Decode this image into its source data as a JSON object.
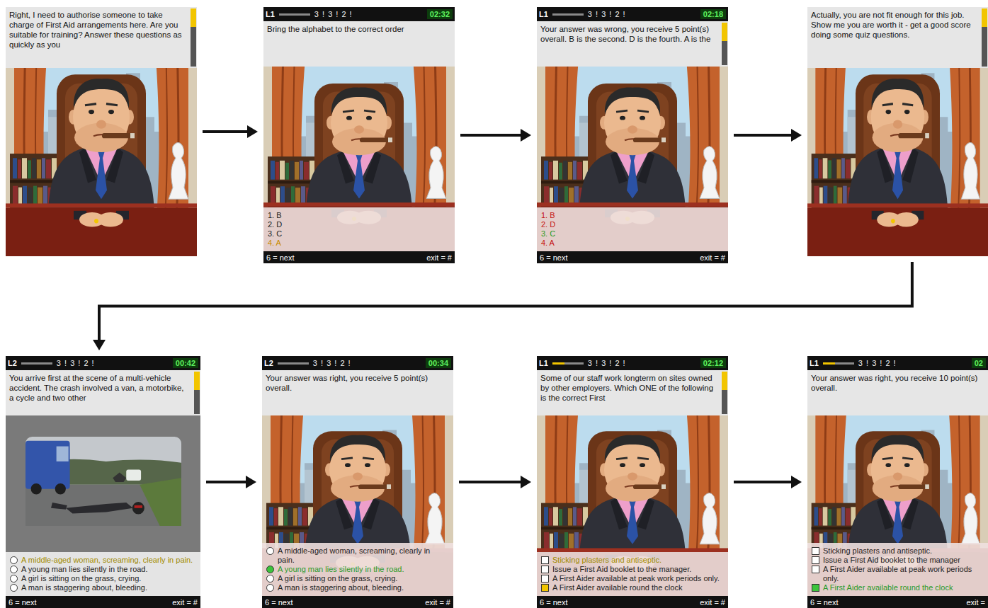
{
  "diagram": {
    "nodes": [
      {
        "text": [
          "Right, I need to authorise someone to take charge of First Aid arrangements here. Are you suitable for training? Answer these questions as quickly as you"
        ]
      },
      {
        "text": [
          "L1",
          "3 ! 3 ! 2 !",
          "02:32",
          "Bring the alphabet to the correct order",
          "1. B",
          "2. D",
          "3. C",
          "4. A",
          "6 = next",
          "exit = #"
        ]
      },
      {
        "text": [
          "L1",
          "3 ! 3 ! 2 !",
          "02:18",
          "Your answer was wrong, you receive 5 point(s) overall. B is the second. D is the fourth. A is the",
          "1. B",
          "2. D",
          "3. C",
          "4. A",
          "6 = next",
          "exit = #"
        ]
      },
      {
        "text": [
          "Actually, you are not fit enough for this job. Show me you are worth it - get a good score doing some quiz questions."
        ]
      },
      {
        "text": [
          "L2",
          "3 ! 3 ! 2 !",
          "00:42",
          "You arrive first at the scene of a multi-vehicle accident. The crash involved a van, a motorbike, a cycle and two other",
          "A middle-aged woman, screaming, clearly in pain.",
          "A young man lies silently in the road.",
          "A girl is sitting on the grass, crying.",
          "A man is staggering about, bleeding.",
          "6 = next",
          "exit = #"
        ]
      },
      {
        "text": [
          "L2",
          "3 ! 3 ! 2 !",
          "00:34",
          "Your answer was right, you receive 5 point(s) overall.",
          "A middle-aged woman, screaming, clearly in pain.",
          "A young man lies silently in the road.",
          "A girl is sitting on the grass, crying.",
          "A man is staggering about, bleeding.",
          "6 = next",
          "exit = #"
        ]
      },
      {
        "text": [
          "L1",
          "3 ! 3 ! 2 !",
          "02:12",
          "Some of our staff work longterm on sites owned by other employers. Which ONE of the following is the correct First",
          "Sticking plasters and antiseptic.",
          "Issue a First Aid booklet to the manager.",
          "A First Aider available at peak work periods only.",
          "A First Aider available round the clock",
          "6 = next",
          "exit = #"
        ]
      },
      {
        "text": [
          "L1",
          "3 ! 3 ! 2 !",
          "02",
          "Your answer was right, you receive 10 point(s) overall.",
          "Sticking plasters and antiseptic.",
          "Issue a First Aid booklet to the manager",
          "A First Aider available at peak work periods only.",
          "A First Aider available round the clock",
          "6 = next",
          "exit ="
        ]
      }
    ],
    "edges": [
      {
        "from": 0,
        "to": 1,
        "arrow": "to"
      },
      {
        "from": 1,
        "to": 2,
        "arrow": "to"
      },
      {
        "from": 2,
        "to": 3,
        "arrow": "to"
      },
      {
        "from": 3,
        "to": 4,
        "arrow": "to"
      },
      {
        "from": 4,
        "to": 5,
        "arrow": "to"
      },
      {
        "from": 5,
        "to": 6,
        "arrow": "to"
      },
      {
        "from": 6,
        "to": 7,
        "arrow": "to"
      }
    ]
  }
}
